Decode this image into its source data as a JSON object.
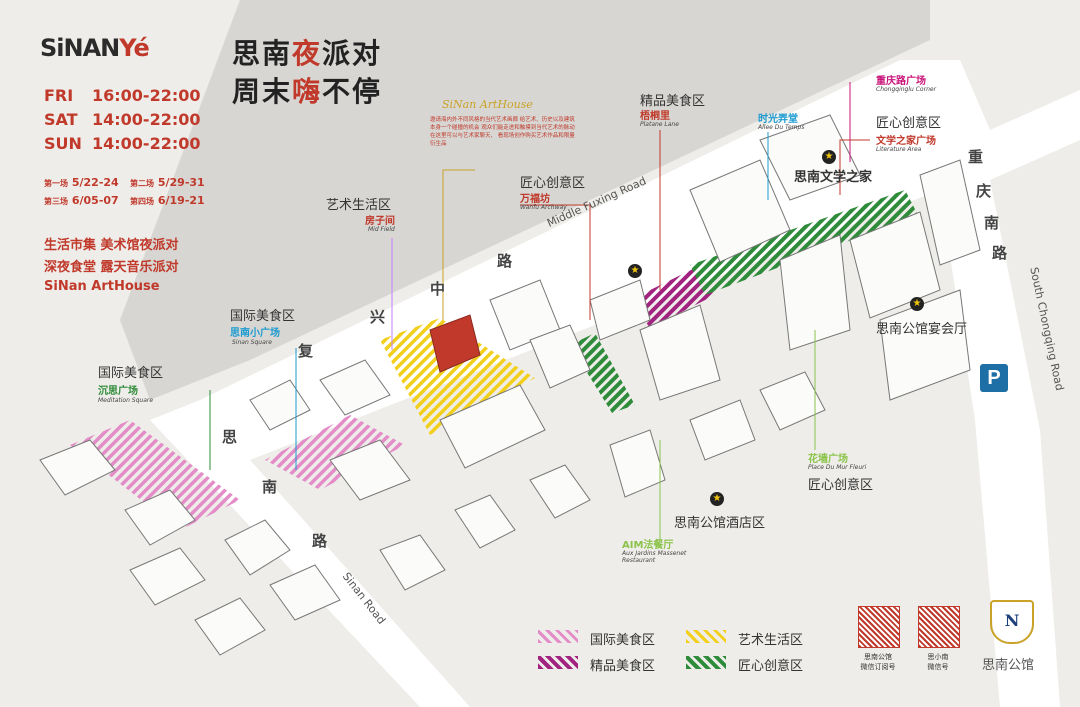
{
  "brand": {
    "logo_text": "SiNAN",
    "logo_suffix": "Yé"
  },
  "slogan": {
    "line1_a": "思南",
    "line1_hl": "夜",
    "line1_b": "派对",
    "line2_a": "周末",
    "line2_hl": "嗨",
    "line2_b": "不停"
  },
  "schedule": [
    {
      "day": "FRI",
      "time": "16:00-22:00"
    },
    {
      "day": "SAT",
      "time": "14:00-22:00"
    },
    {
      "day": "SUN",
      "time": "14:00-22:00"
    }
  ],
  "sessions": [
    {
      "label": "第一场",
      "dates": "5/22-24"
    },
    {
      "label": "第二场",
      "dates": "5/29-31"
    },
    {
      "label": "第三场",
      "dates": "6/05-07"
    },
    {
      "label": "第四场",
      "dates": "6/19-21"
    }
  ],
  "activities": [
    "生活市集  美术馆夜派对",
    "深夜食堂  露天音乐派对",
    "SiNan ArtHouse"
  ],
  "arthouse": {
    "title": "SiNan ArtHouse",
    "desc": "邀请海内外不同风格的当代艺术画廊 给艺术、历史以及建筑本身一个碰撞的机会 观众们能走进和触摸到当代艺术的脉动 在这里可以与艺术家聊天、 看现场创作购买艺术作品和限量衍生品"
  },
  "roads": {
    "middle_fuxing_en": "Middle Fuxing Road",
    "fuxing_cn": [
      "复",
      "兴",
      "中",
      "路"
    ],
    "sinan_en": "Sinan Road",
    "sinan_cn": [
      "思",
      "南",
      "路"
    ],
    "chongqing_cn": [
      "重",
      "庆",
      "南",
      "路"
    ],
    "chongqing_en": "South Chongqing Road"
  },
  "zones": {
    "z_arts": {
      "cn": "艺术生活区",
      "place": "房子间",
      "en": "Mid Field"
    },
    "z_intl1": {
      "cn": "国际美食区",
      "place": "思南小广场",
      "en": "Sinan Square"
    },
    "z_intl2": {
      "cn": "国际美食区",
      "place": "沉思广场",
      "en": "Meditation Square"
    },
    "z_wanfu": {
      "cn": "匠心创意区",
      "place": "万福坊",
      "en": "Wanfu Archway"
    },
    "z_fine": {
      "cn": "精品美食区",
      "place": "梧桐里",
      "en": "Platane Lane"
    },
    "z_time": {
      "place": "时光弄堂",
      "en": "Allee Du Temps"
    },
    "z_cq": {
      "place": "重庆路广场",
      "en": "Chongqinglu Corner"
    },
    "z_lit": {
      "cn": "匠心创意区",
      "place": "文学之家广场",
      "en": "Literature Area"
    },
    "z_flower": {
      "cn": "匠心创意区",
      "place": "花墙广场",
      "en": "Place Du Mur Fleuri"
    },
    "z_aim": {
      "place": "AIM法餐厅",
      "en": "Aux Jardins Massenet Restaurant"
    }
  },
  "landmarks": {
    "literature_house": "思南文学之家",
    "banquet_hall": "思南公馆宴会厅",
    "hotel_zone": "思南公馆酒店区"
  },
  "legend": [
    {
      "label": "国际美食区",
      "color": "#e38cc8",
      "style": "light"
    },
    {
      "label": "艺术生活区",
      "color": "#f2cf1a",
      "style": "light"
    },
    {
      "label": "精品美食区",
      "color": "#a1227f",
      "style": "dark"
    },
    {
      "label": "匠心创意区",
      "color": "#2e8b3a",
      "style": "dark"
    }
  ],
  "qr": [
    {
      "caption1": "思南公馆",
      "caption2": "微信订阅号"
    },
    {
      "caption1": "思小南",
      "caption2": "微信号"
    }
  ],
  "crest_text": "思南公馆",
  "parking": "P",
  "colors": {
    "accent": "#c0392b",
    "pink": "#e38cc8",
    "yellow": "#f2cf1a",
    "purple": "#a1227f",
    "green": "#2e8b3a"
  }
}
